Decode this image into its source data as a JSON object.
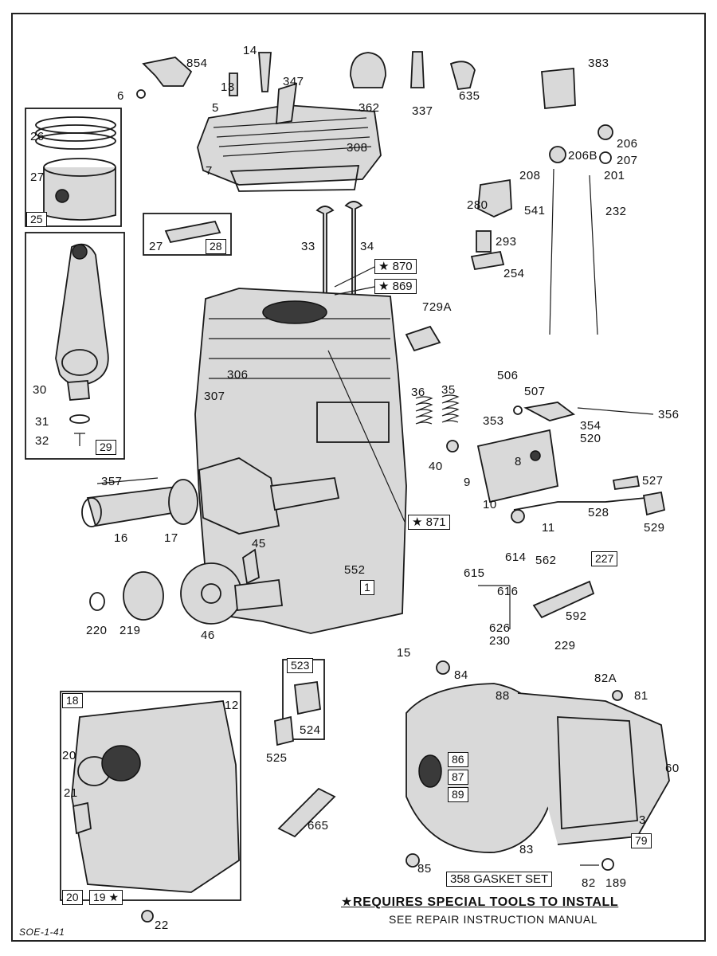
{
  "diagram": {
    "footer_note_1": "★REQUIRES SPECIAL TOOLS TO INSTALL",
    "footer_note_2": "SEE REPAIR INSTRUCTION MANUAL",
    "page_code": "SOE-1-41",
    "gasket_set_label": "358 GASKET SET",
    "part_labels": [
      {
        "id": "854",
        "text": "854"
      },
      {
        "id": "6",
        "text": "6"
      },
      {
        "id": "14",
        "text": "14"
      },
      {
        "id": "13",
        "text": "13"
      },
      {
        "id": "347",
        "text": "347"
      },
      {
        "id": "5",
        "text": "5"
      },
      {
        "id": "362",
        "text": "362"
      },
      {
        "id": "337",
        "text": "337"
      },
      {
        "id": "635",
        "text": "635"
      },
      {
        "id": "383",
        "text": "383"
      },
      {
        "id": "308",
        "text": "308"
      },
      {
        "id": "7",
        "text": "7"
      },
      {
        "id": "206",
        "text": "206"
      },
      {
        "id": "206B",
        "text": "206B"
      },
      {
        "id": "207",
        "text": "207"
      },
      {
        "id": "208",
        "text": "208"
      },
      {
        "id": "201",
        "text": "201"
      },
      {
        "id": "280",
        "text": "280"
      },
      {
        "id": "541",
        "text": "541"
      },
      {
        "id": "232",
        "text": "232"
      },
      {
        "id": "293",
        "text": "293"
      },
      {
        "id": "254",
        "text": "254"
      },
      {
        "id": "26",
        "text": "26"
      },
      {
        "id": "27a",
        "text": "27"
      },
      {
        "id": "25",
        "text": "25"
      },
      {
        "id": "27b",
        "text": "27"
      },
      {
        "id": "33",
        "text": "33"
      },
      {
        "id": "34",
        "text": "34"
      },
      {
        "id": "729A",
        "text": "729A"
      },
      {
        "id": "30",
        "text": "30"
      },
      {
        "id": "31",
        "text": "31"
      },
      {
        "id": "32",
        "text": "32"
      },
      {
        "id": "306",
        "text": "306"
      },
      {
        "id": "307",
        "text": "307"
      },
      {
        "id": "36",
        "text": "36"
      },
      {
        "id": "35",
        "text": "35"
      },
      {
        "id": "40",
        "text": "40"
      },
      {
        "id": "506",
        "text": "506"
      },
      {
        "id": "507",
        "text": "507"
      },
      {
        "id": "353",
        "text": "353"
      },
      {
        "id": "354",
        "text": "354"
      },
      {
        "id": "520",
        "text": "520"
      },
      {
        "id": "356",
        "text": "356"
      },
      {
        "id": "8",
        "text": "8"
      },
      {
        "id": "9",
        "text": "9"
      },
      {
        "id": "10",
        "text": "10"
      },
      {
        "id": "527",
        "text": "527"
      },
      {
        "id": "528",
        "text": "528"
      },
      {
        "id": "11",
        "text": "11"
      },
      {
        "id": "529",
        "text": "529"
      },
      {
        "id": "357",
        "text": "357"
      },
      {
        "id": "16",
        "text": "16"
      },
      {
        "id": "17",
        "text": "17"
      },
      {
        "id": "45",
        "text": "45"
      },
      {
        "id": "552",
        "text": "552"
      },
      {
        "id": "614",
        "text": "614"
      },
      {
        "id": "562",
        "text": "562"
      },
      {
        "id": "615",
        "text": "615"
      },
      {
        "id": "616",
        "text": "616"
      },
      {
        "id": "592",
        "text": "592"
      },
      {
        "id": "626",
        "text": "626"
      },
      {
        "id": "230",
        "text": "230"
      },
      {
        "id": "229",
        "text": "229"
      },
      {
        "id": "220",
        "text": "220"
      },
      {
        "id": "219",
        "text": "219"
      },
      {
        "id": "46",
        "text": "46"
      },
      {
        "id": "15",
        "text": "15"
      },
      {
        "id": "84",
        "text": "84"
      },
      {
        "id": "88",
        "text": "88"
      },
      {
        "id": "82A",
        "text": "82A"
      },
      {
        "id": "81",
        "text": "81"
      },
      {
        "id": "12",
        "text": "12"
      },
      {
        "id": "20a",
        "text": "20"
      },
      {
        "id": "21",
        "text": "21"
      },
      {
        "id": "524",
        "text": "524"
      },
      {
        "id": "525",
        "text": "525"
      },
      {
        "id": "665",
        "text": "665"
      },
      {
        "id": "60",
        "text": "60"
      },
      {
        "id": "3",
        "text": "3"
      },
      {
        "id": "83",
        "text": "83"
      },
      {
        "id": "85",
        "text": "85"
      },
      {
        "id": "82",
        "text": "82"
      },
      {
        "id": "189",
        "text": "189"
      },
      {
        "id": "22",
        "text": "22"
      }
    ],
    "boxed_labels": [
      {
        "id": "25box",
        "text": "25"
      },
      {
        "id": "28box",
        "text": "28"
      },
      {
        "id": "29box",
        "text": "29"
      },
      {
        "id": "870",
        "text": "★ 870"
      },
      {
        "id": "869",
        "text": "★ 869"
      },
      {
        "id": "871",
        "text": "★ 871"
      },
      {
        "id": "1box",
        "text": "1"
      },
      {
        "id": "227box",
        "text": "227"
      },
      {
        "id": "523box",
        "text": "523"
      },
      {
        "id": "18box",
        "text": "18"
      },
      {
        "id": "20box",
        "text": "20"
      },
      {
        "id": "19box",
        "text": "19 ★"
      },
      {
        "id": "86box",
        "text": "86"
      },
      {
        "id": "87box",
        "text": "87"
      },
      {
        "id": "89box",
        "text": "89"
      },
      {
        "id": "79box",
        "text": "79"
      }
    ]
  }
}
